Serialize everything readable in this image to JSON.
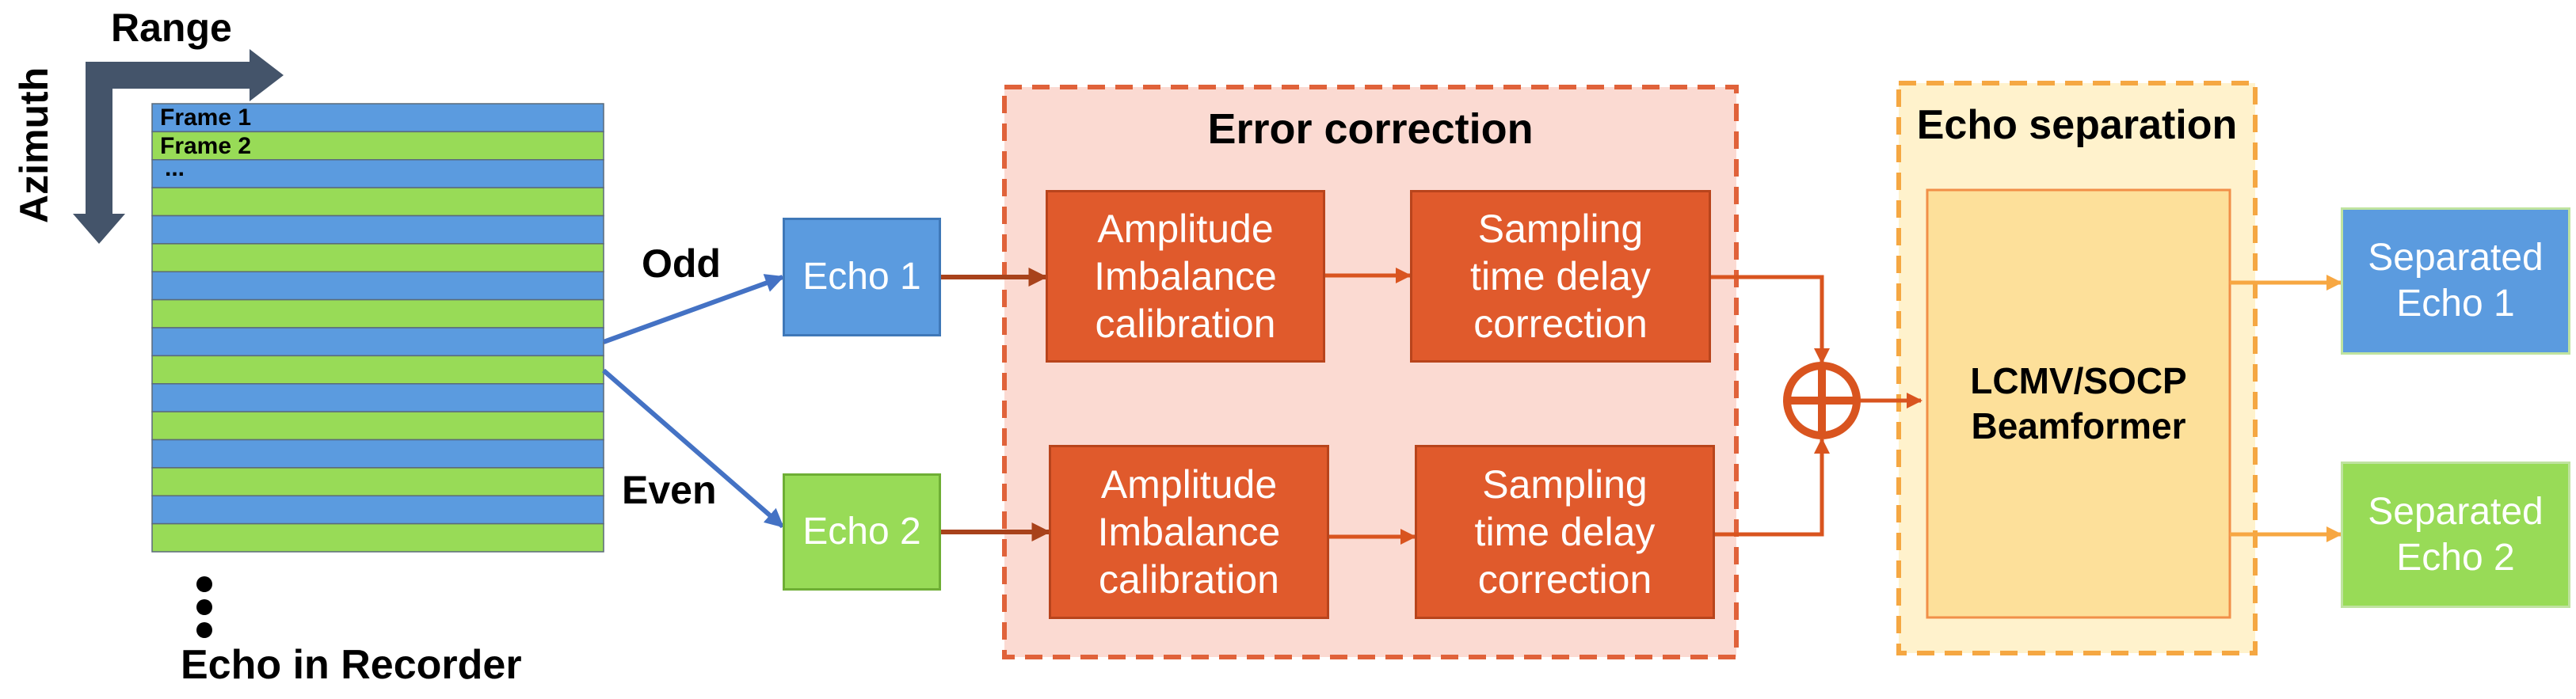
{
  "recorder": {
    "range_label": "Range",
    "azimuth_label": "Azimuth",
    "frame_labels": [
      "Frame 1",
      "Frame 2",
      "..."
    ],
    "caption": "Echo in Recorder",
    "stripe_count": 16,
    "colors": {
      "odd": "#5B9BDF",
      "even": "#98DB57",
      "arrow": "#44546A"
    }
  },
  "split": {
    "odd_label": "Odd",
    "even_label": "Even",
    "arrow_color": "#4472C4"
  },
  "echoes": {
    "echo1": "Echo 1",
    "echo2": "Echo 2"
  },
  "error_correction": {
    "title": "Error correction",
    "amplitude_label": [
      "Amplitude",
      "Imbalance",
      "calibration"
    ],
    "sampling_label": [
      "Sampling",
      "time delay",
      "correction"
    ],
    "panel_color": "#FBDAD2",
    "box_color": "#E05A2C",
    "arrow_color": "#D9541F"
  },
  "echo_separation": {
    "title": "Echo separation",
    "beamformer_label": [
      "LCMV/SOCP",
      "Beamformer"
    ],
    "panel_color": "#FFF2CC",
    "arrow_color": "#F7A742"
  },
  "outputs": {
    "separated1": [
      "Separated",
      "Echo 1"
    ],
    "separated2": [
      "Separated",
      "Echo 2"
    ]
  }
}
